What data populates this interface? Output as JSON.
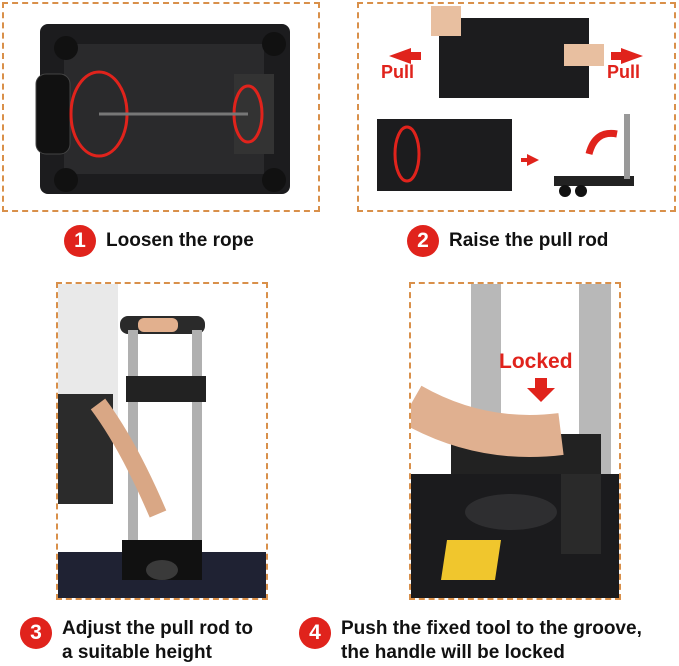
{
  "steps": [
    {
      "number": "1",
      "text": "Loosen the rope"
    },
    {
      "number": "2",
      "text": "Raise the pull rod"
    },
    {
      "number": "3",
      "text": "Adjust the pull rod to\na suitable height"
    },
    {
      "number": "4",
      "text": "Push the fixed tool to the groove,\nthe handle will be locked"
    }
  ],
  "labels": {
    "pull_left": "Pull",
    "pull_right": "Pull",
    "locked": "Locked"
  },
  "colors": {
    "accent": "#e0231c",
    "panel_border": "#d9904a"
  }
}
